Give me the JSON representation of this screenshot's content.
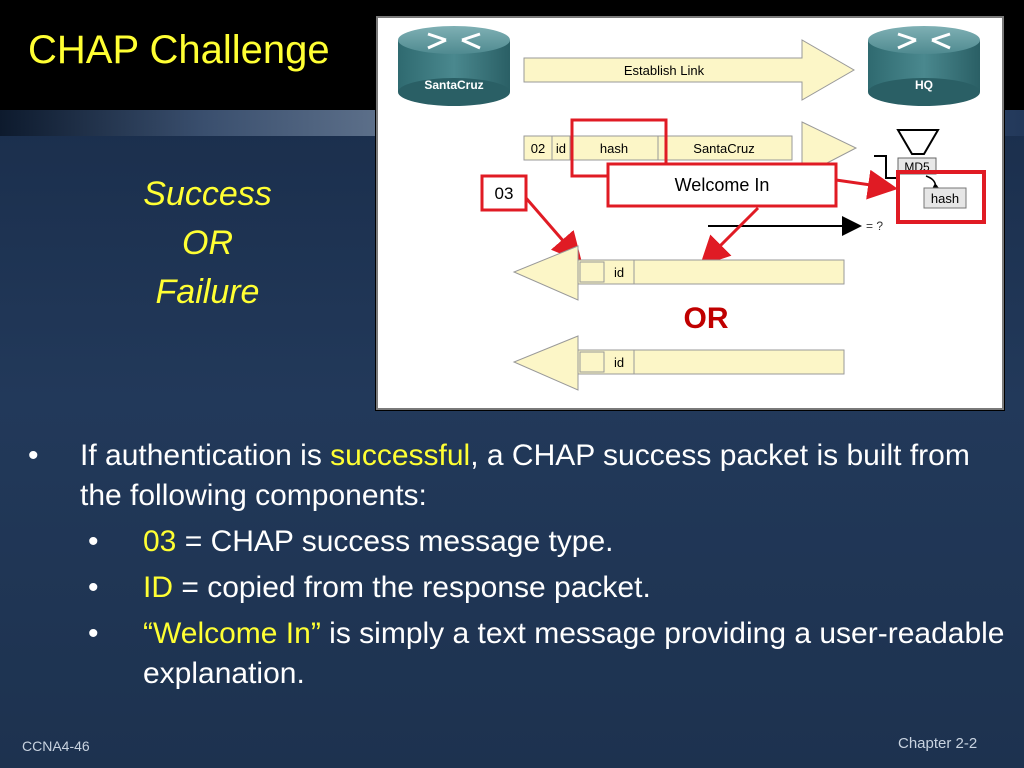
{
  "slide": {
    "title": "CHAP Challenge",
    "side_lines": [
      "Success",
      "OR",
      "Failure"
    ]
  },
  "diagram": {
    "router_left": "SantaCruz",
    "router_right": "HQ",
    "establish_link": "Establish Link",
    "response_fields": [
      "02",
      "id",
      "hash",
      "SantaCruz"
    ],
    "md5_label": "MD5",
    "hash_box": "hash",
    "compare": "= ?",
    "callout_code": "03",
    "callout_message": "Welcome In",
    "id_field": "id",
    "or_text": "OR",
    "colors": {
      "callout": "#e01b24",
      "packet_fill": "#fcf6c7"
    }
  },
  "bullets": {
    "b1_before": "If authentication is ",
    "b1_highlight": "successful",
    "b1_after": ", a CHAP success packet is built from the following components:",
    "sub": [
      {
        "highlight": "03",
        "text": " = CHAP success message type."
      },
      {
        "highlight": "ID",
        "text": " = copied from the response packet."
      },
      {
        "highlight": "“Welcome In”",
        "text": " is simply a text message providing a user-readable explanation."
      }
    ],
    "bullet_char": "•"
  },
  "footer": {
    "left": "CCNA4-46",
    "right": "Chapter 2-2"
  }
}
